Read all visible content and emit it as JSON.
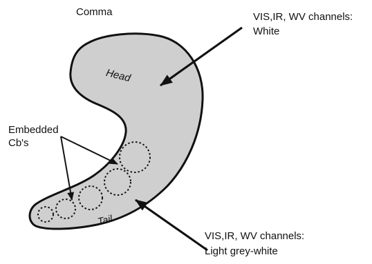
{
  "diagram": {
    "title": "Comma",
    "head_label": "Head",
    "tail_label": "Tail",
    "embedded_label_line1": "Embedded",
    "embedded_label_line2": "Cb's",
    "head_annotation_line1": "VIS,IR, WV channels:",
    "head_annotation_line2": "White",
    "tail_annotation_line1": "VIS,IR, WV channels:",
    "tail_annotation_line2": "Light grey-white"
  },
  "colors": {
    "cloud_fill": "#cfcfcf",
    "outline": "#111111",
    "background": "#ffffff"
  }
}
